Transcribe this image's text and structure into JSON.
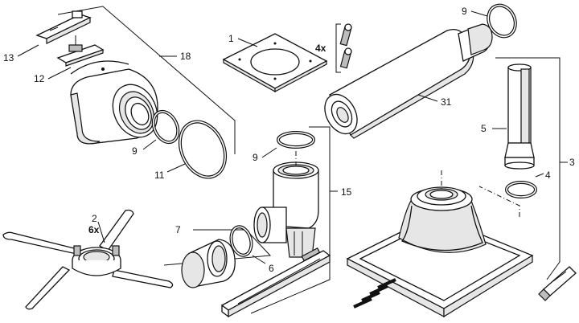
{
  "callouts": {
    "p1": "1",
    "p2": "2",
    "p2_qty": "6x",
    "p3": "3",
    "p4": "4",
    "p5": "5",
    "p6": "6",
    "p7": "7",
    "p9a": "9",
    "p9b": "9",
    "p9c": "9",
    "p11": "11",
    "p12": "12",
    "p13": "13",
    "p15": "15",
    "p18": "18",
    "p31": "31",
    "screw_qty": "4x"
  }
}
